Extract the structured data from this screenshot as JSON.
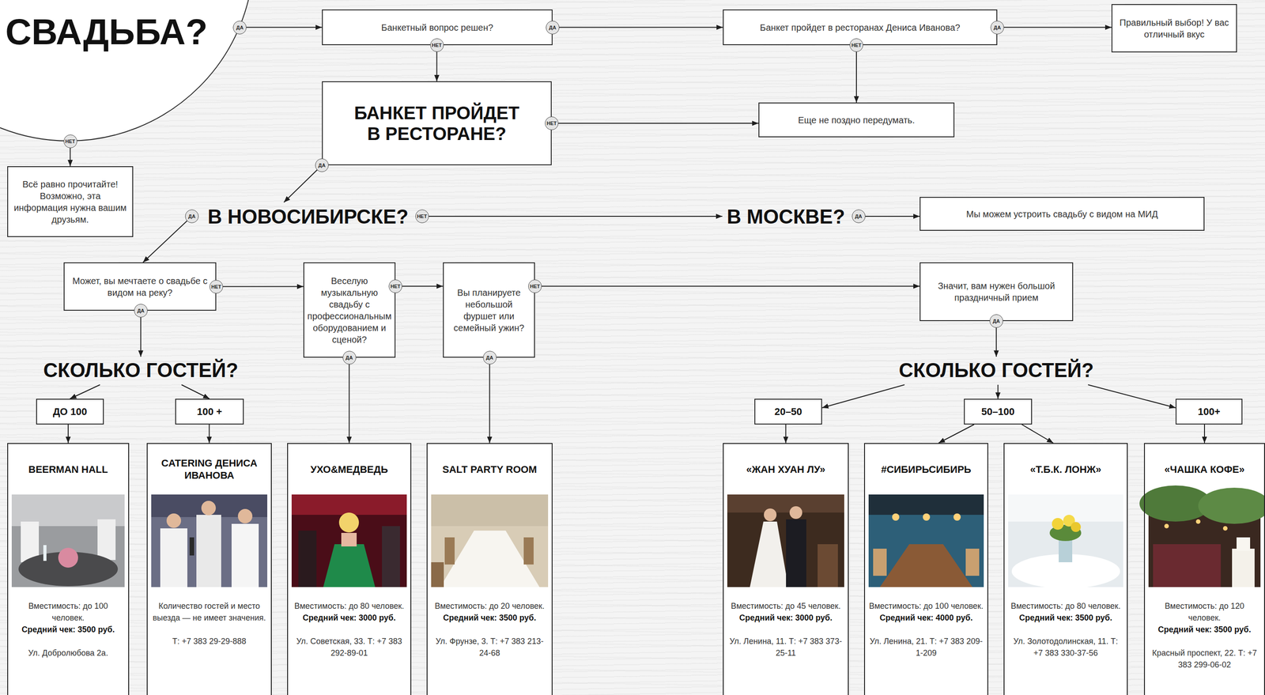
{
  "diagram": {
    "nodes": [
      {
        "text": [
          "СВАДЬБА?"
        ]
      },
      {
        "text": [
          "Банкетный вопрос решен?"
        ]
      },
      {
        "text": [
          "Банкет пройдет в ресторанах Дениса Иванова?"
        ]
      },
      {
        "text": [
          "Правильный выбор! У вас отличный вкус"
        ]
      },
      {
        "text": [
          "БАНКЕТ ПРОЙДЕТ В РЕСТОРАНЕ?"
        ]
      },
      {
        "text": [
          "Еще не поздно передумать."
        ]
      },
      {
        "text": [
          "Всё равно прочитайте! Возможно, эта информация нужна вашим друзьям."
        ]
      },
      {
        "text": [
          "В НОВОСИБИРСКЕ?"
        ]
      },
      {
        "text": [
          "В МОСКВЕ?"
        ]
      },
      {
        "text": [
          "Мы можем устроить свадьбу с видом на МИД"
        ]
      },
      {
        "text": [
          "Может, вы мечтаете о свадьбе с видом на реку?"
        ]
      },
      {
        "text": [
          "Веселую музыкальную свадьбу с профессиональным оборудованием и сценой?"
        ]
      },
      {
        "text": [
          "Вы планируете небольшой фуршет или семейный ужин?"
        ]
      },
      {
        "text": [
          "Значит, вам нужен большой праздничный прием"
        ]
      },
      {
        "text": [
          "СКОЛЬКО ГОСТЕЙ?"
        ]
      },
      {
        "text": [
          "ДО 100"
        ]
      },
      {
        "text": [
          "100 +"
        ]
      },
      {
        "text": [
          "СКОЛЬКО ГОСТЕЙ?"
        ]
      },
      {
        "text": [
          "20–50"
        ]
      },
      {
        "text": [
          "50–100"
        ]
      },
      {
        "text": [
          "100+"
        ]
      },
      {
        "text": [
          "BEERMAN HALL",
          "Вместимость: до 100 человек.",
          "Средний чек: 3500 руб.",
          "Ул. Добролюбова 2а."
        ]
      },
      {
        "text": [
          "CATERING ДЕНИСА ИВАНОВА",
          "Количество гостей и место выезда — не имеет значения.",
          "Т: +7 383 29-29-888"
        ]
      },
      {
        "text": [
          "УХО&МЕДВЕДЬ",
          "Вместимость: до 80 человек.",
          "Средний чек: 3000 руб.",
          "Ул. Советская, 33. Т: +7 383 292-89-01"
        ]
      },
      {
        "text": [
          "SALT PARTY ROOM",
          "Вместимость: до 20 человек.",
          "Средний чек: 3500 руб.",
          "Ул. Фрунзе, 3. Т: +7 383 213-24-68"
        ]
      },
      {
        "text": [
          "«ЖАН ХУАН ЛУ»",
          "Вместимость: до 45 человек.",
          "Средний чек: 3000 руб.",
          "Ул. Ленина, 11. Т: +7 383 373-25-11"
        ]
      },
      {
        "text": [
          "#СИБИРЬСИБИРЬ",
          "Вместимость: до 100 человек.",
          "Средний чек: 4000 руб.",
          "Ул. Ленина, 21. Т: +7 383 209-1-209"
        ]
      },
      {
        "text": [
          "«Т.Б.К. ЛОНЖ»",
          "Вместимость: до 80 человек.",
          "Средний чек: 3500 руб.",
          "Ул. Золотодолинская, 11. Т: +7 383 330-37-56"
        ]
      },
      {
        "text": [
          "«ЧАШКА КОФЕ»",
          "Вместимость: до 120 человек.",
          "Средний чек: 3500 руб.",
          "Красный проспект, 22. Т: +7 383 299-06-02"
        ]
      }
    ],
    "edges": [
      {
        "from": 0,
        "to": 1,
        "arrow": "to",
        "label": "ДА"
      },
      {
        "from": 0,
        "to": 6,
        "arrow": "to",
        "label": "НЕТ"
      },
      {
        "from": 1,
        "to": 2,
        "arrow": "to",
        "label": "ДА"
      },
      {
        "from": 1,
        "to": 4,
        "arrow": "to",
        "label": "НЕТ"
      },
      {
        "from": 2,
        "to": 3,
        "arrow": "to",
        "label": "ДА"
      },
      {
        "from": 2,
        "to": 5,
        "arrow": "to",
        "label": "НЕТ"
      },
      {
        "from": 4,
        "to": 5,
        "arrow": "to",
        "label": "НЕТ"
      },
      {
        "from": 4,
        "to": 7,
        "arrow": "to",
        "label": "ДА"
      },
      {
        "from": 7,
        "to": 8,
        "arrow": "to",
        "label": "НЕТ"
      },
      {
        "from": 8,
        "to": 9,
        "arrow": "to",
        "label": "ДА"
      },
      {
        "from": 7,
        "to": 10,
        "arrow": "to",
        "label": "ДА"
      },
      {
        "from": 10,
        "to": 11,
        "arrow": "to",
        "label": "НЕТ"
      },
      {
        "from": 10,
        "to": 14,
        "arrow": "to",
        "label": "ДА"
      },
      {
        "from": 11,
        "to": 12,
        "arrow": "to",
        "label": "НЕТ"
      },
      {
        "from": 11,
        "to": 23,
        "arrow": "to",
        "label": "ДА"
      },
      {
        "from": 12,
        "to": 13,
        "arrow": "to",
        "label": "НЕТ"
      },
      {
        "from": 12,
        "to": 24,
        "arrow": "to",
        "label": "ДА"
      },
      {
        "from": 13,
        "to": 17,
        "arrow": "to",
        "label": "ДА"
      },
      {
        "from": 14,
        "to": 15,
        "arrow": "to"
      },
      {
        "from": 14,
        "to": 16,
        "arrow": "to"
      },
      {
        "from": 15,
        "to": 21,
        "arrow": "to"
      },
      {
        "from": 16,
        "to": 22,
        "arrow": "to"
      },
      {
        "from": 17,
        "to": 18,
        "arrow": "to"
      },
      {
        "from": 17,
        "to": 19,
        "arrow": "to"
      },
      {
        "from": 17,
        "to": 20,
        "arrow": "to"
      },
      {
        "from": 18,
        "to": 25,
        "arrow": "to"
      },
      {
        "from": 19,
        "to": 26,
        "arrow": "to"
      },
      {
        "from": 19,
        "to": 27,
        "arrow": "to"
      },
      {
        "from": 20,
        "to": 28,
        "arrow": "to"
      }
    ]
  }
}
